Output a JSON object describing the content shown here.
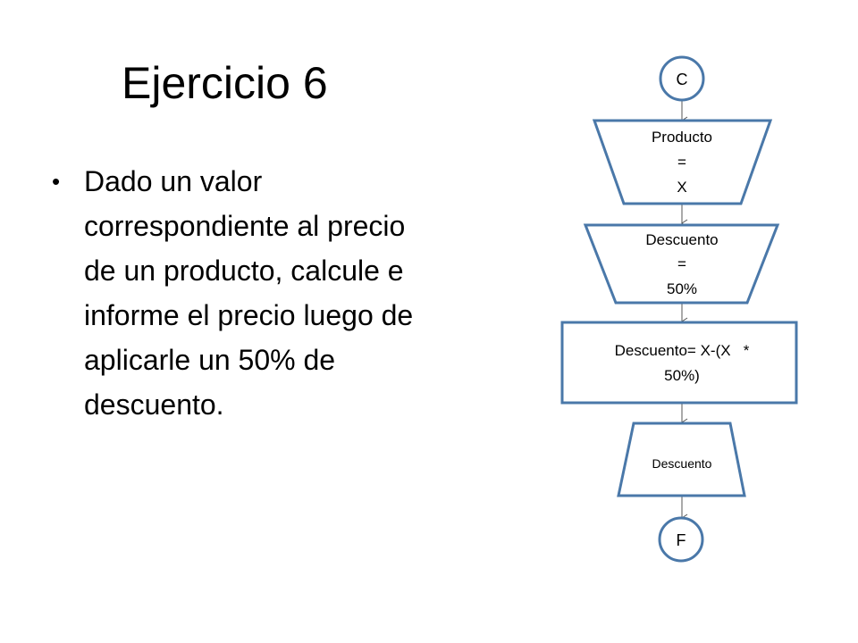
{
  "slide": {
    "title": "Ejercicio 6",
    "bullets": [
      "Dado un valor correspondiente al precio de un producto, calcule e informe el precio luego de aplicarle un 50% de descuento."
    ]
  },
  "flowchart": {
    "stroke_color": "#4a78a9",
    "line_color": "#555555",
    "nodes": {
      "start": {
        "lines": [
          "C"
        ]
      },
      "input_product": {
        "lines": [
          "Producto",
          "=",
          "X"
        ]
      },
      "input_discount": {
        "lines": [
          "Descuento",
          "=",
          "50%"
        ]
      },
      "process": {
        "lines": [
          "Descuento= X-(X   *",
          "50%)"
        ]
      },
      "output": {
        "lines": [
          "Descuento"
        ]
      },
      "end": {
        "lines": [
          "F"
        ]
      }
    }
  }
}
